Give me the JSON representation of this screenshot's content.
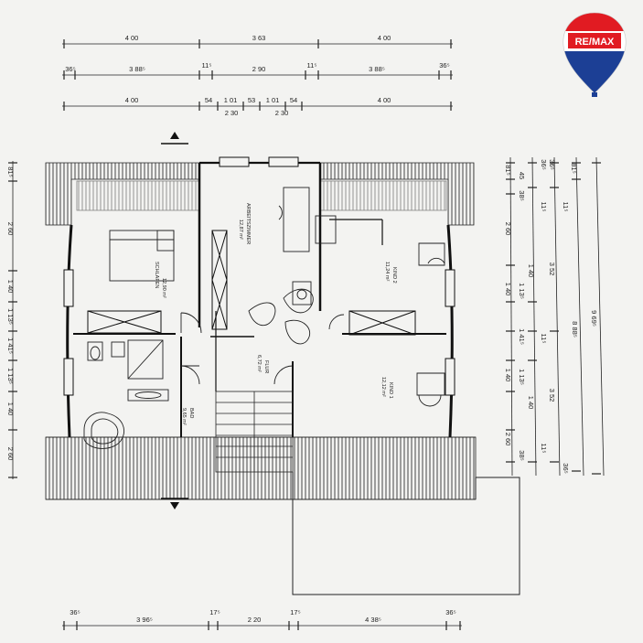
{
  "logo": {
    "text": "RE/MAX",
    "colors": {
      "red": "#e11b22",
      "blue": "#1c3f95",
      "white": "#ffffff"
    }
  },
  "top_dims": {
    "row1": [
      "4 00",
      "3 63",
      "4 00"
    ],
    "row2": [
      "36⁵",
      "3 88⁵",
      "11⁵",
      "2 90",
      "11⁵",
      "3 88⁵",
      "36⁵"
    ],
    "row3_top": [
      "4 00",
      "54",
      "1 01",
      "53",
      "1 01",
      "54",
      "4 00"
    ],
    "row3_bottom": [
      "2 30",
      "2 30"
    ]
  },
  "left_dims": [
    "81⁵",
    "2 60",
    "1 40",
    "1 13⁵",
    "1 41⁵",
    "1 13⁵",
    "1 40",
    "2 60"
  ],
  "right_dims": {
    "col1": [
      "81⁵",
      "45",
      "38⁵",
      "2 60",
      "1 13⁵",
      "1 40",
      "1 41⁵",
      "1 40",
      "1 13⁵",
      "2 60",
      "38⁵"
    ],
    "col2": [
      "36⁵",
      "11⁵",
      "1 40",
      "11⁵",
      "1 40",
      "11⁵"
    ],
    "col3": [
      "36⁵",
      "11⁵",
      "3 52",
      "3 52",
      "36⁵"
    ],
    "col4": [
      "81⁵",
      "8 88⁵"
    ],
    "col5": [
      "9 69⁵"
    ]
  },
  "bottom_dims": [
    "36⁵",
    "3 96⁵",
    "17⁵",
    "2 20",
    "17⁵",
    "4 38⁵",
    "36⁵"
  ],
  "rooms": {
    "arbeitszimmer": {
      "area": "12,87 m²",
      "name": "ARBEITSZIMMER"
    },
    "schlafen": {
      "area": "12,90 m²",
      "name": "SCHLAFEN"
    },
    "kind2": {
      "area": "11,24 m²",
      "name": "KIND 2"
    },
    "kind1": {
      "area": "12,12 m²",
      "name": "KIND 1"
    },
    "flur": {
      "area": "6,72 m²",
      "name": "FLUR"
    },
    "bad": {
      "area": "9,65 m²",
      "name": "BAD"
    }
  },
  "colors": {
    "line": "#222222",
    "paper": "#f3f3f1"
  }
}
